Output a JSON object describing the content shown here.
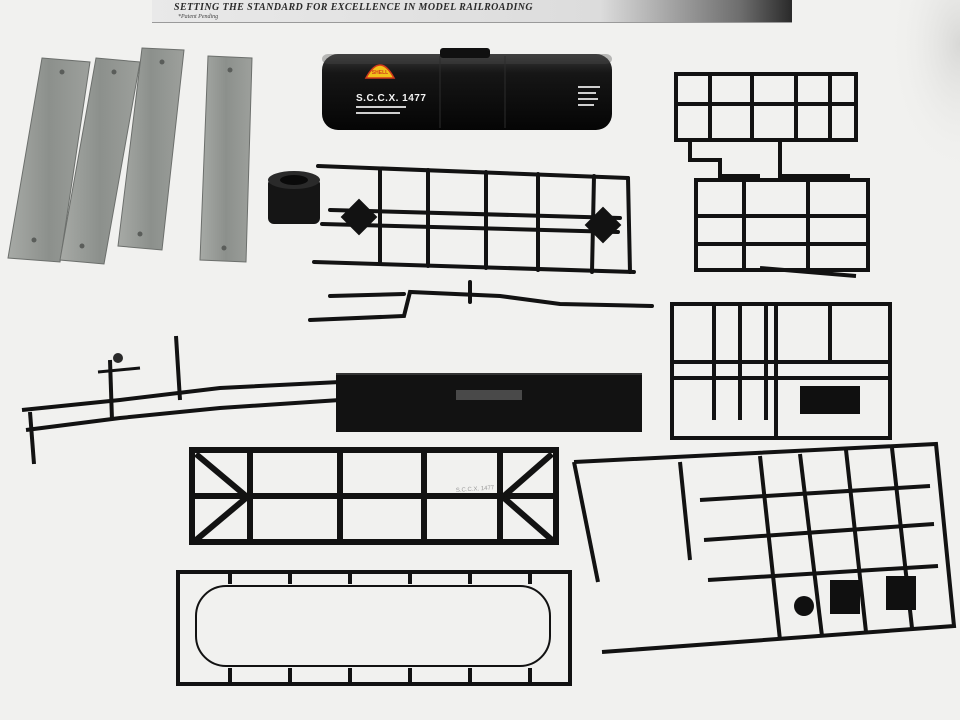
{
  "box": {
    "slogan": "SETTING THE STANDARD FOR EXCELLENCE IN MODEL RAILROADING",
    "patent_note": "*Patent Pending"
  },
  "tank": {
    "logo_text": "SHELL",
    "reporting_mark": "S.C.C.X. 1477",
    "sprue_mark": "S.C.C.X. 1477"
  },
  "colors": {
    "plastic": "#121212",
    "metal": "#8f938f",
    "background": "#f1f1ef",
    "logo_yellow": "#f2c21b",
    "logo_red": "#d23a1c"
  }
}
